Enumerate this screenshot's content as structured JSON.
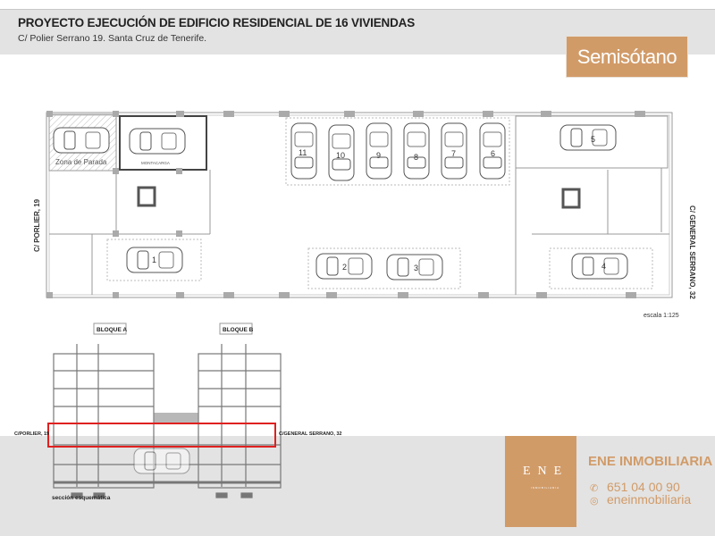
{
  "header": {
    "title": "PROYECTO EJECUCIÓN DE EDIFICIO RESIDENCIAL DE 16 VIVIENDAS",
    "subtitle": "C/ Polier Serrano 19. Santa Cruz de Tenerife."
  },
  "badge": "Semisótano",
  "plan": {
    "zona_parada": "Zona de Parada",
    "montacarga": "MONTACARGA",
    "street_left": "C/ PORLIER, 19",
    "street_right": "C/ GENERAL SERRANO, 32",
    "scale": "escala  1:125",
    "spaces": [
      "1",
      "2",
      "3",
      "4",
      "5",
      "6",
      "7",
      "8",
      "9",
      "10",
      "11"
    ]
  },
  "section": {
    "block_a": "BLOQUE A",
    "block_b": "BLOQUE B",
    "street_left": "C/PORLIER, 19",
    "street_right": "C/GENERAL SERRANO, 32",
    "caption": "sección esquemática"
  },
  "brand": {
    "logo": "ENE",
    "logo_sub": "INMOBILIARIA",
    "name": "ENE INMOBILIARIA",
    "phone": "651 04 00 90",
    "instagram": "eneinmobiliaria",
    "phone_icon": "phone-icon",
    "instagram_icon": "instagram-icon",
    "accent": "#d19b68"
  }
}
